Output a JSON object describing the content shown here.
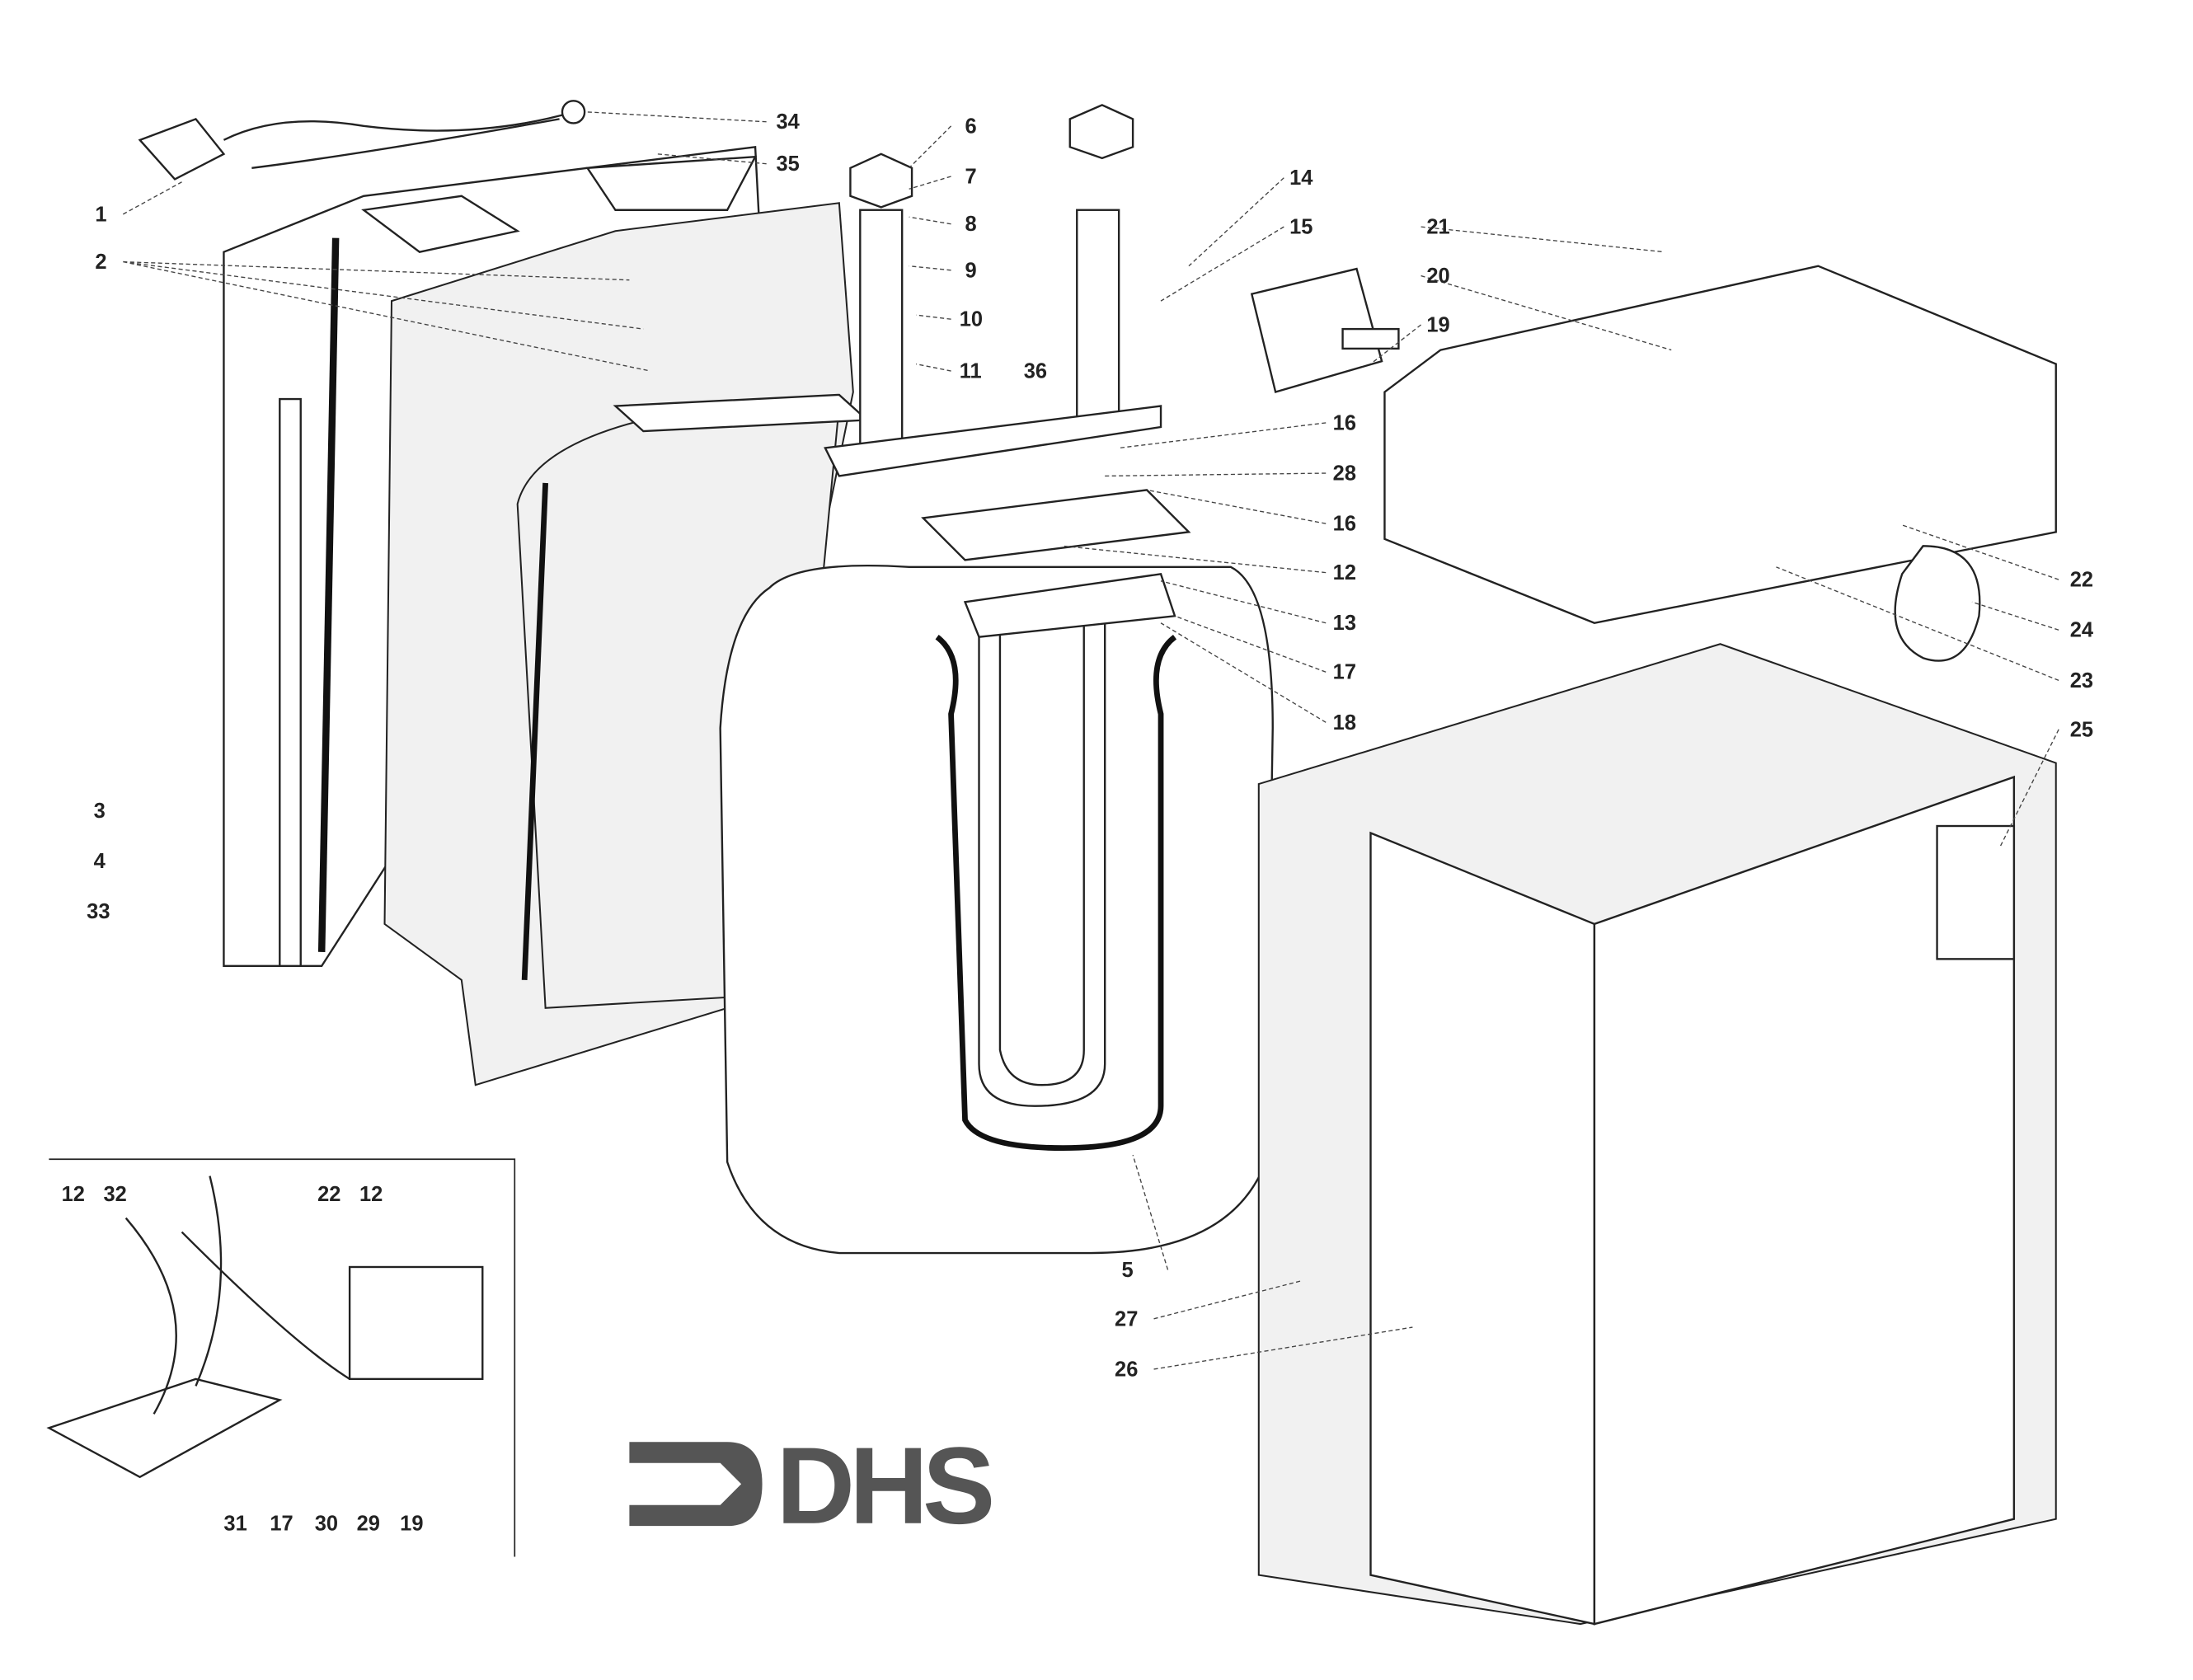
{
  "diagram": {
    "title": "Exploded parts view - electric water heater",
    "logo_text": "DHS",
    "labels": {
      "p1": "1",
      "p2": "2",
      "p34": "34",
      "p35": "35",
      "p6": "6",
      "p7": "7",
      "p8": "8",
      "p9": "9",
      "p10": "10",
      "p11": "11",
      "p36": "36",
      "p14": "14",
      "p15": "15",
      "p21": "21",
      "p20": "20",
      "p19": "19",
      "p16a": "16",
      "p28": "28",
      "p16b": "16",
      "p12": "12",
      "p13": "13",
      "p17": "17",
      "p18": "18",
      "p22": "22",
      "p24": "24",
      "p23": "23",
      "p25": "25",
      "p3": "3",
      "p4": "4",
      "p33": "33",
      "p5": "5",
      "p27": "27",
      "p26": "26"
    },
    "inset_labels": {
      "top": [
        "12",
        "32",
        "22",
        "12"
      ],
      "bottom": [
        "31",
        "17",
        "30",
        "29",
        "19"
      ]
    }
  }
}
